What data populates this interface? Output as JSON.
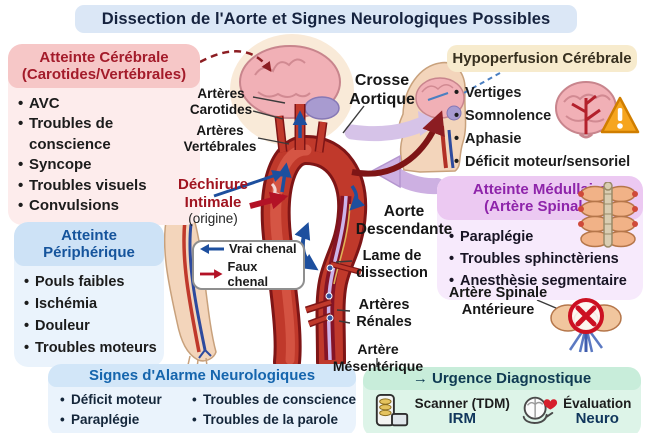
{
  "title": "Dissection de l'Aorte et Signes Neurologiques Possibles",
  "panels": {
    "cerebrale": {
      "title": "Atteinte Cérébrale\n(Carotides/Vertébrales)",
      "items": [
        "AVC",
        "Troubles de conscience",
        "Syncope",
        "Troubles visuels",
        "Convulsions"
      ]
    },
    "hypoperfusion": {
      "title": "Hypoperfusion Cérébrale",
      "items": [
        "Vertiges",
        "Somnolence",
        "Aphasie",
        "Déficit moteur/sensoriel"
      ]
    },
    "medullaire": {
      "title": "Atteinte Médullaire\n(Artère Spinale)",
      "items": [
        "Paraplégie",
        "Troubles sphinctèriens",
        "Anesthèsie segmentaire"
      ]
    },
    "peripherique": {
      "title": "Atteinte\nPériphérique",
      "items": [
        "Pouls faibles",
        "Ischémia",
        "Douleur",
        "Troubles moteurs"
      ]
    },
    "alarme": {
      "title": "Signes d'Alarme Neurologiques",
      "col1": [
        "Déficit moteur",
        "Paraplégie"
      ],
      "col2": [
        "Troubles de conscience",
        "Troubles de la parole"
      ]
    },
    "urgence": {
      "title": "→ Urgence Diagnostique",
      "scanner_label": "Scanner (TDM)",
      "scanner_sub": "IRM",
      "eval_label": "Évaluation",
      "eval_sub": "Neuro"
    }
  },
  "legend": {
    "vrai": "Vrai chenal",
    "faux": "Faux chenal"
  },
  "anatomy": {
    "carotides": "Artères\nCarotides",
    "vertebrales": "Artères\nVertébrales",
    "dechirure": "Déchirure\nIntimale",
    "origine": "(origine)",
    "crosse": "Crosse\nAortique",
    "descendante": "Aorte\nDescendante",
    "lame": "Lame de\ndissection",
    "renales": "Artères\nRénales",
    "mesenterique": "Artère Mésentérique",
    "spinale_anterieure": "Artère Spinale\nAntérieure"
  },
  "colors": {
    "vrai_chenal": "#1d4f9e",
    "faux_chenal": "#b31226",
    "accent_red": "#a31b2a",
    "accent_purple": "#8e24aa",
    "accent_blue": "#1565ad",
    "accent_green_bg": "#ddf4e8"
  }
}
